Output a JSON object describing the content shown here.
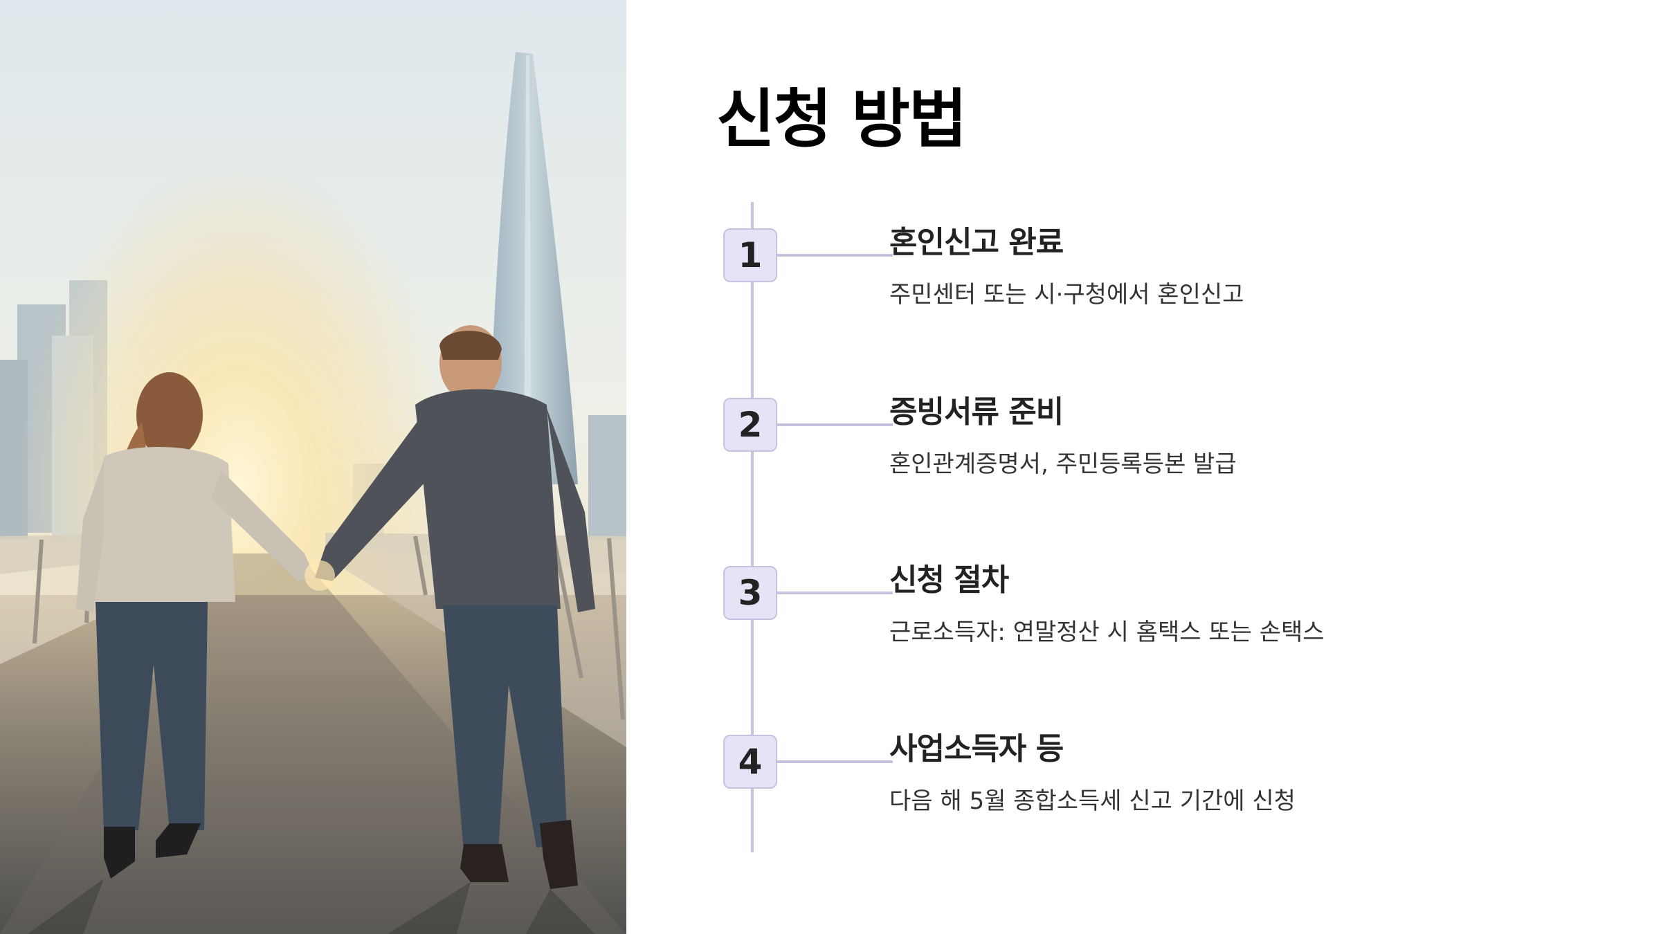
{
  "slide": {
    "title": "신청 방법"
  },
  "steps": [
    {
      "number": "1",
      "title": "혼인신고 완료",
      "description": "주민센터 또는 시·구청에서 혼인신고"
    },
    {
      "number": "2",
      "title": "증빙서류 준비",
      "description": "혼인관계증명서, 주민등록등본 발급"
    },
    {
      "number": "3",
      "title": "신청 절차",
      "description": "근로소득자: 연말정산 시 홈택스 또는 손택스"
    },
    {
      "number": "4",
      "title": "사업소득자 등",
      "description": "다음 해 5월 종합소득세 신고 기간에 신청"
    }
  ],
  "colors": {
    "accent": "#c4c3e0",
    "badge_fill": "#e4e4f6",
    "title_text": "#000000",
    "body_text": "#333333"
  }
}
